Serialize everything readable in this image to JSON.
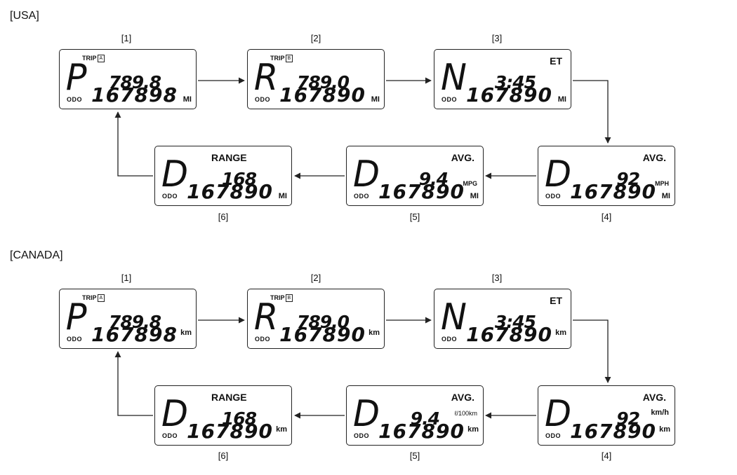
{
  "sections": [
    {
      "label": "[USA]",
      "panels": [
        {
          "num": "[1]",
          "gear": "P",
          "trip": "TRIP",
          "trip_id": "A",
          "top": "789.8",
          "odo": "167898",
          "odo_unit": "MI",
          "odo_label": "ODO"
        },
        {
          "num": "[2]",
          "gear": "R",
          "trip": "TRIP",
          "trip_id": "B",
          "top": "789.0",
          "odo": "167890",
          "odo_unit": "MI",
          "odo_label": "ODO"
        },
        {
          "num": "[3]",
          "gear": "N",
          "mode": "ET",
          "top": "3:45",
          "odo": "167890",
          "odo_unit": "MI",
          "odo_label": "ODO"
        },
        {
          "num": "[4]",
          "gear": "D",
          "mode": "AVG.",
          "top": "92",
          "top_unit": "MPH",
          "odo": "167890",
          "odo_unit": "MI",
          "odo_label": "ODO"
        },
        {
          "num": "[5]",
          "gear": "D",
          "mode": "AVG.",
          "top": "9.4",
          "top_unit": "MPG",
          "odo": "167890",
          "odo_unit": "MI",
          "odo_label": "ODO"
        },
        {
          "num": "[6]",
          "gear": "D",
          "mode": "RANGE",
          "top": "168",
          "odo": "167890",
          "odo_unit": "MI",
          "odo_label": "ODO"
        }
      ]
    },
    {
      "label": "[CANADA]",
      "panels": [
        {
          "num": "[1]",
          "gear": "P",
          "trip": "TRIP",
          "trip_id": "A",
          "top": "789.8",
          "odo": "167898",
          "odo_unit": "km",
          "odo_label": "ODO"
        },
        {
          "num": "[2]",
          "gear": "R",
          "trip": "TRIP",
          "trip_id": "B",
          "top": "789.0",
          "odo": "167890",
          "odo_unit": "km",
          "odo_label": "ODO"
        },
        {
          "num": "[3]",
          "gear": "N",
          "mode": "ET",
          "top": "3:45",
          "odo": "167890",
          "odo_unit": "km",
          "odo_label": "ODO"
        },
        {
          "num": "[4]",
          "gear": "D",
          "mode": "AVG.",
          "top": "92",
          "top_unit": "km/h",
          "odo": "167890",
          "odo_unit": "km",
          "odo_label": "ODO"
        },
        {
          "num": "[5]",
          "gear": "D",
          "mode": "AVG.",
          "top": "9.4",
          "top_unit": "ℓ/100km",
          "odo": "167890",
          "odo_unit": "km",
          "odo_label": "ODO"
        },
        {
          "num": "[6]",
          "gear": "D",
          "mode": "RANGE",
          "top": "168",
          "odo": "167890",
          "odo_unit": "km",
          "odo_label": "ODO"
        }
      ]
    }
  ]
}
